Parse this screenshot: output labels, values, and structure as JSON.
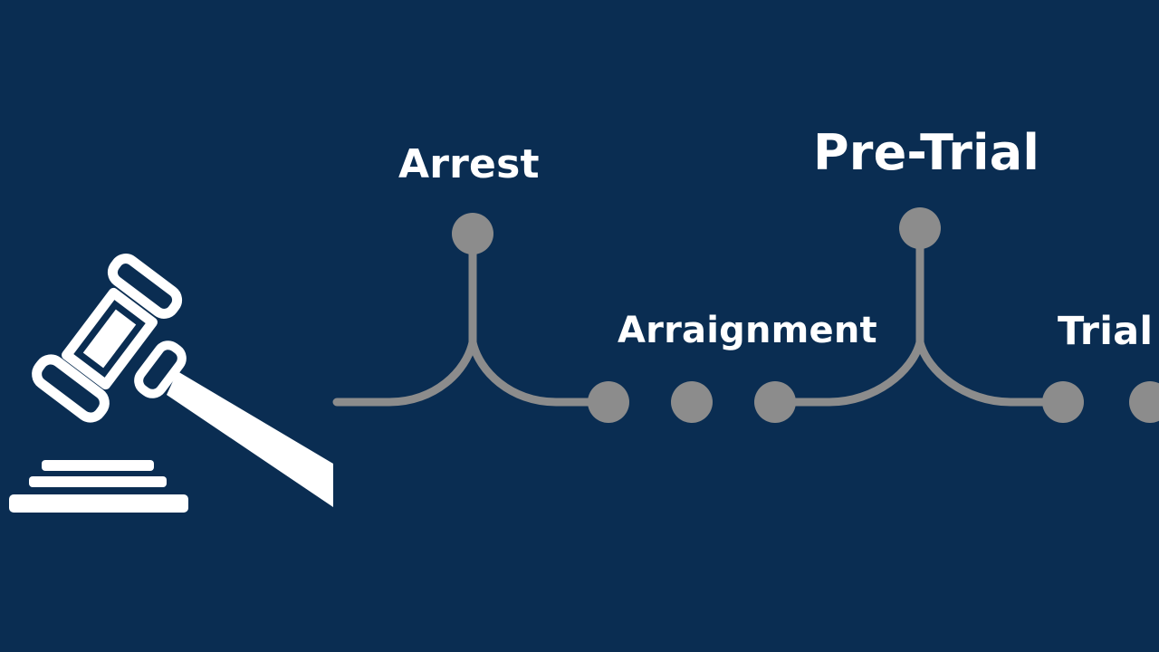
{
  "stages": {
    "arrest": "Arrest",
    "pretrial": "Pre-Trial",
    "arraignment": "Arraignment",
    "trial": "Trial"
  },
  "icon": {
    "name": "gavel-icon",
    "color": "#ffffff"
  },
  "colors": {
    "background": "#0a2d52",
    "connector": "#8c8c8c",
    "text": "#ffffff"
  }
}
